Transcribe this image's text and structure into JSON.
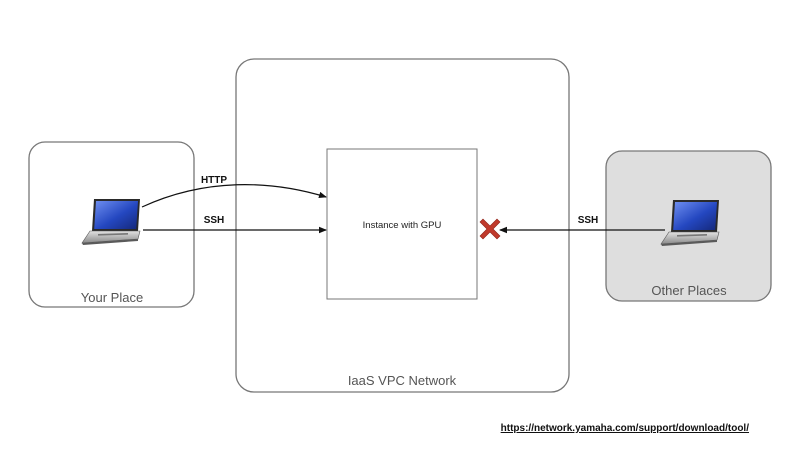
{
  "nodes": {
    "your_place": {
      "label": "Your Place"
    },
    "vpc_network": {
      "label": "IaaS VPC Network"
    },
    "instance": {
      "label": "Instance with GPU"
    },
    "other_places": {
      "label": "Other Places"
    }
  },
  "edges": {
    "http": {
      "label": "HTTP"
    },
    "ssh_your": {
      "label": "SSH"
    },
    "ssh_other": {
      "label": "SSH",
      "blocked": true
    }
  },
  "footer": {
    "url": "https://network.yamaha.com/support/download/tool/"
  },
  "colors": {
    "box_border": "#777777",
    "other_places_fill": "#dedede",
    "block_mark": "#c0392b",
    "laptop_screen": "#1f3fb0"
  },
  "icons": {
    "laptop": "laptop-icon",
    "block": "blocked-x-icon"
  }
}
